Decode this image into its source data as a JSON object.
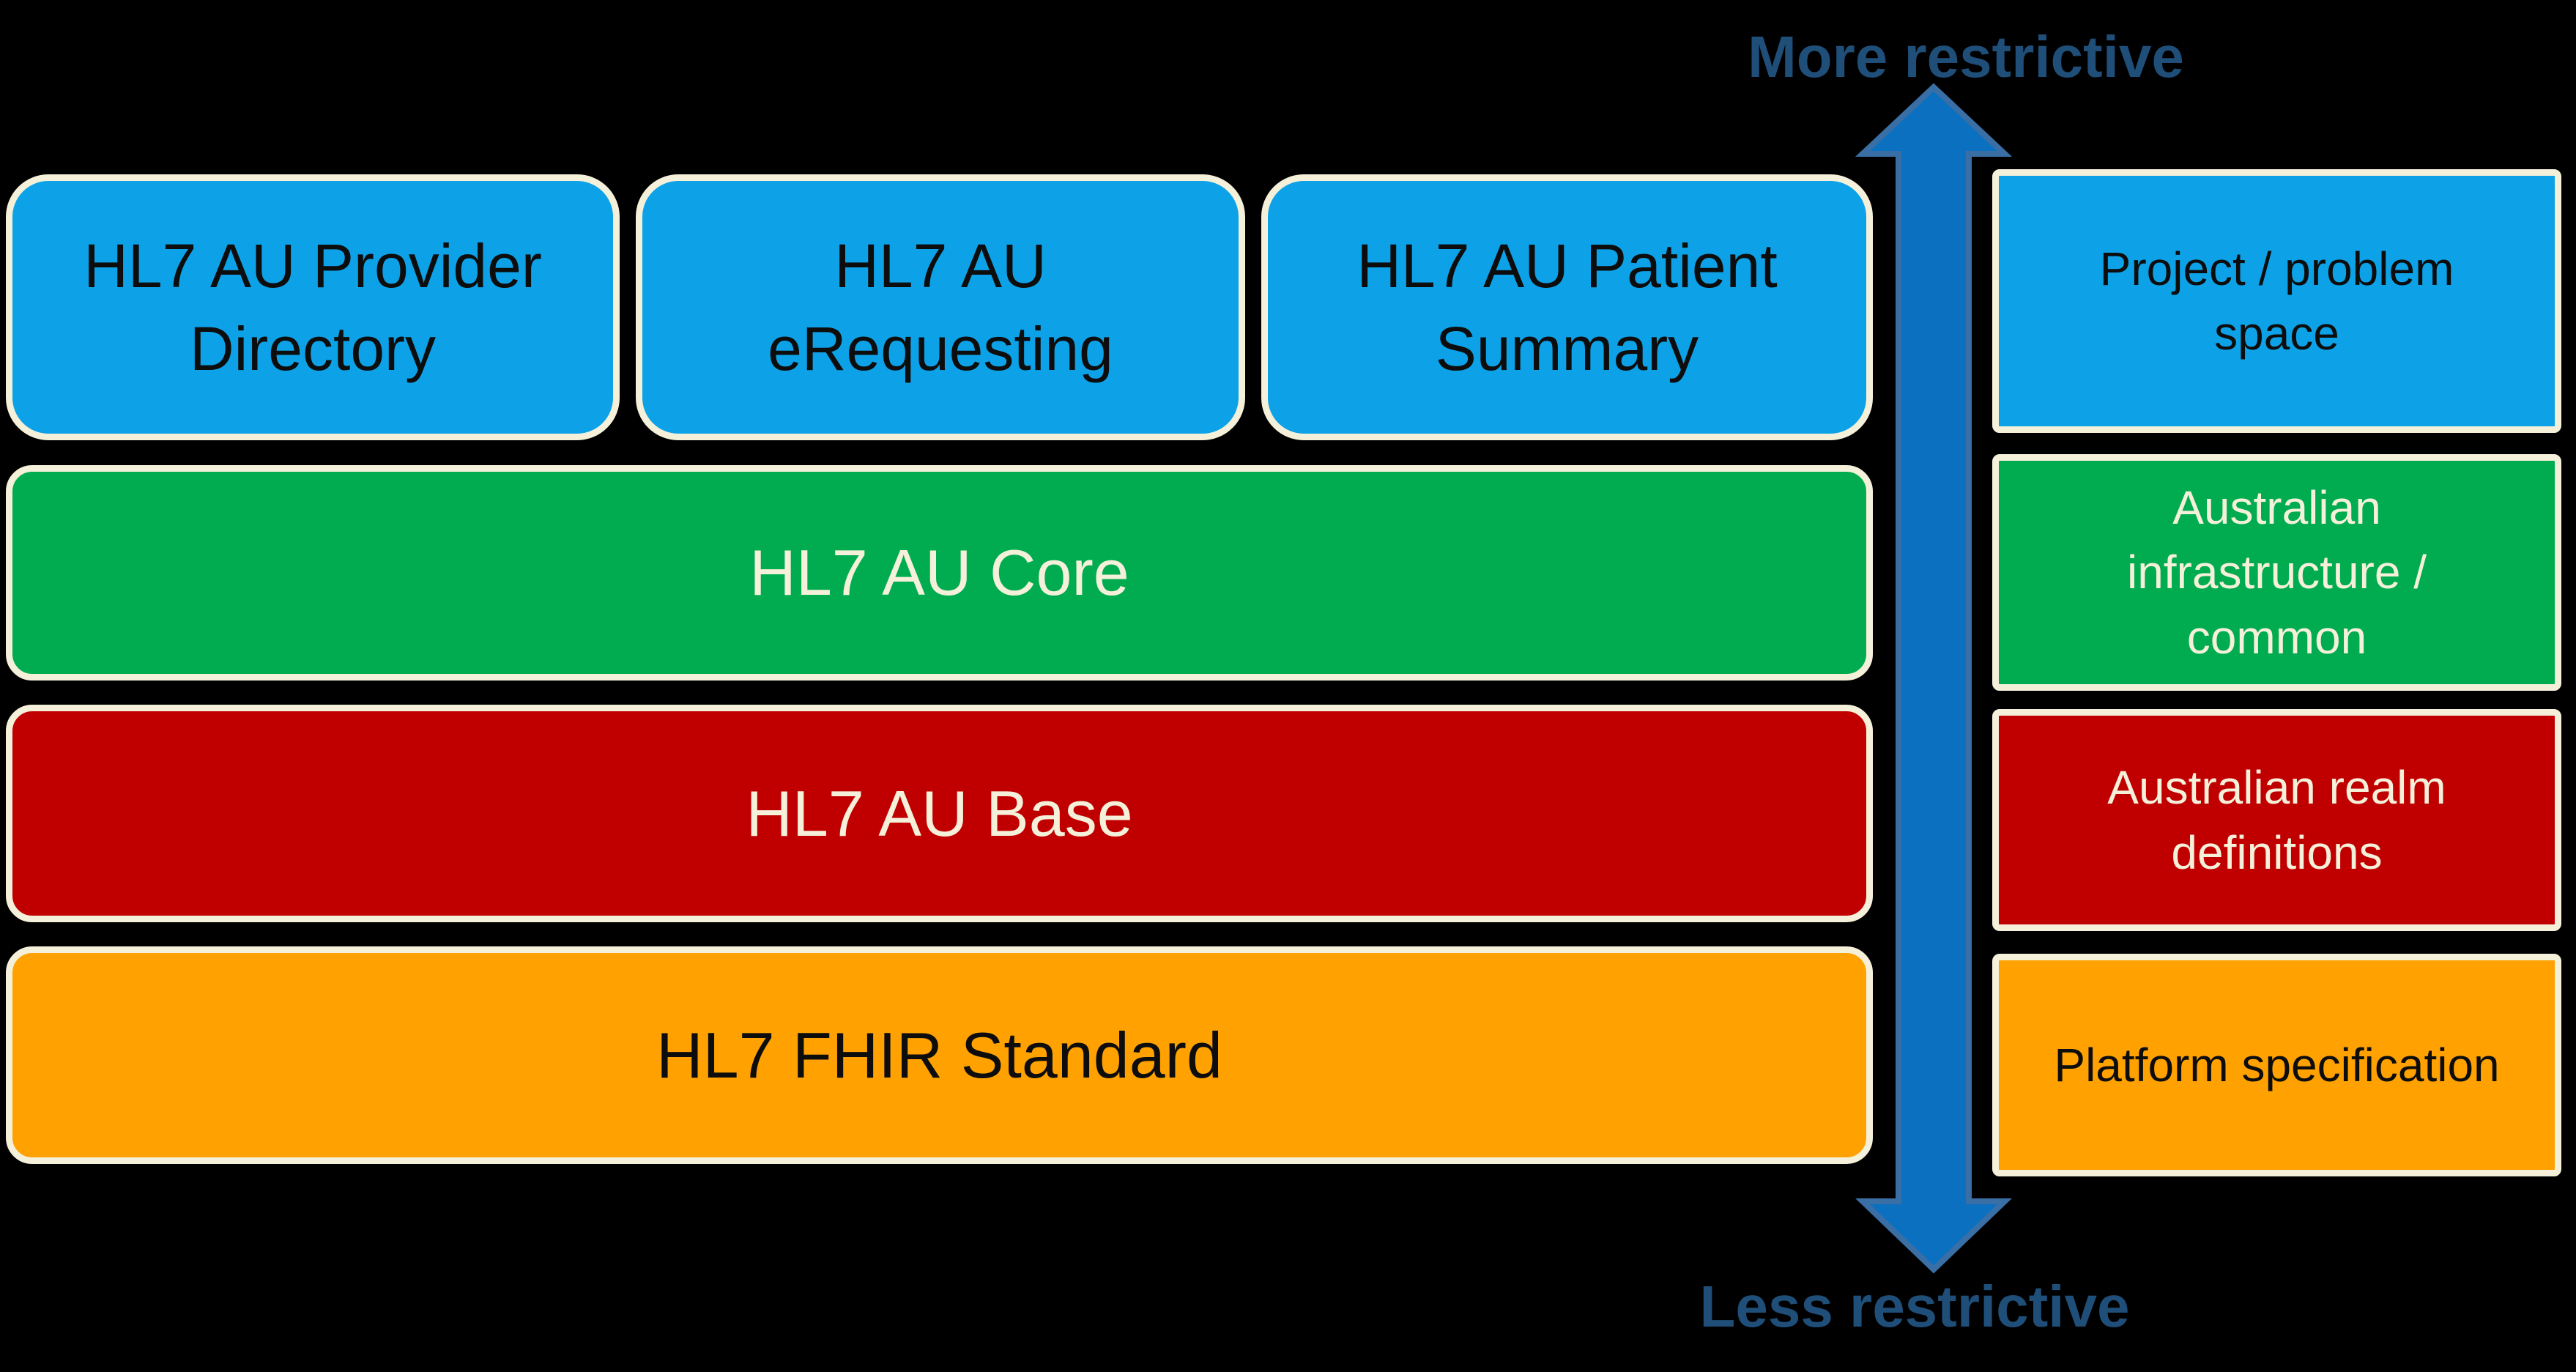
{
  "layers": {
    "projects": [
      {
        "label": "HL7 AU Provider\nDirectory"
      },
      {
        "label": "HL7 AU\neRequesting"
      },
      {
        "label": "HL7 AU Patient\nSummary"
      }
    ],
    "core": {
      "label": "HL7 AU Core"
    },
    "base": {
      "label": "HL7 AU Base"
    },
    "fhir": {
      "label": "HL7 FHIR Standard"
    }
  },
  "legend": {
    "project_space": {
      "label": "Project / problem\nspace"
    },
    "infrastructure": {
      "label": "Australian\ninfrastructure /\ncommon"
    },
    "realm": {
      "label": "Australian realm\ndefinitions"
    },
    "platform": {
      "label": "Platform specification"
    }
  },
  "axis": {
    "top_label": "More restrictive",
    "bottom_label": "Less restrictive"
  },
  "colors": {
    "background": "#000000",
    "project_blue": "#0da2e7",
    "core_green": "#00ac4f",
    "base_red": "#c00000",
    "fhir_orange": "#ffa101",
    "box_border": "#f5f0da",
    "arrow_fill": "#0c70c0",
    "arrow_stroke": "#3a6fa6",
    "axis_label": "#1f4e79"
  }
}
